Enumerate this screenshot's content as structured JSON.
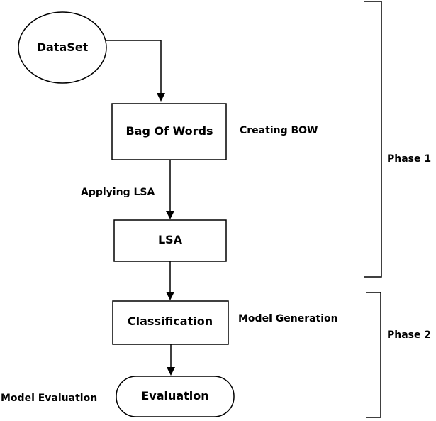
{
  "nodes": {
    "dataset": "DataSet",
    "bow": "Bag Of Words",
    "lsa": "LSA",
    "classification": "Classification",
    "evaluation": "Evaluation"
  },
  "labels": {
    "creating_bow": "Creating BOW",
    "applying_lsa": "Applying LSA",
    "model_generation": "Model Generation",
    "model_evaluation": "Model Evaluation"
  },
  "phases": {
    "phase1": "Phase 1",
    "phase2": "Phase 2"
  }
}
